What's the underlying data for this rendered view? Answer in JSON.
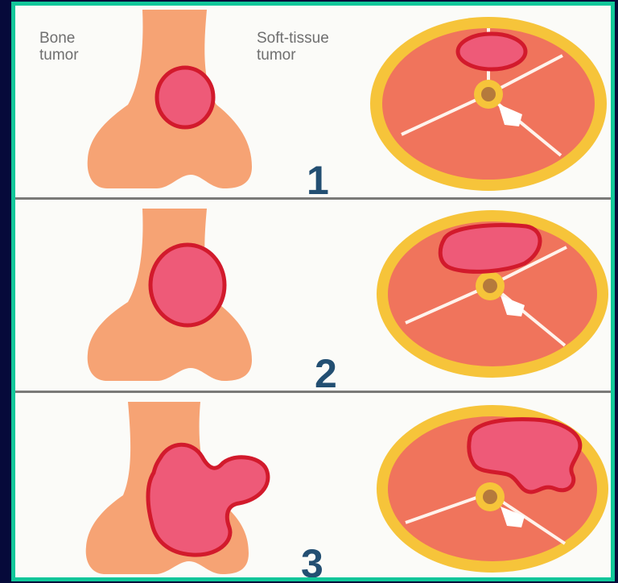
{
  "labels": {
    "bone": [
      "Bone",
      "tumor"
    ],
    "soft": [
      "Soft-tissue",
      "tumor"
    ]
  },
  "panels": [
    {
      "number": "1"
    },
    {
      "number": "2"
    },
    {
      "number": "3"
    }
  ],
  "colors": {
    "background": "#060a3a",
    "frame_border": "#12c79a",
    "bone": "#f6a374",
    "tumor_fill": "#ee5a78",
    "tumor_outline": "#d21a2c",
    "muscle": "#f0745c",
    "fat_ring": "#f6c43a",
    "number_text": "#234f72"
  },
  "icons": [
    "femur-bone-icon",
    "thigh-cross-section-icon"
  ]
}
